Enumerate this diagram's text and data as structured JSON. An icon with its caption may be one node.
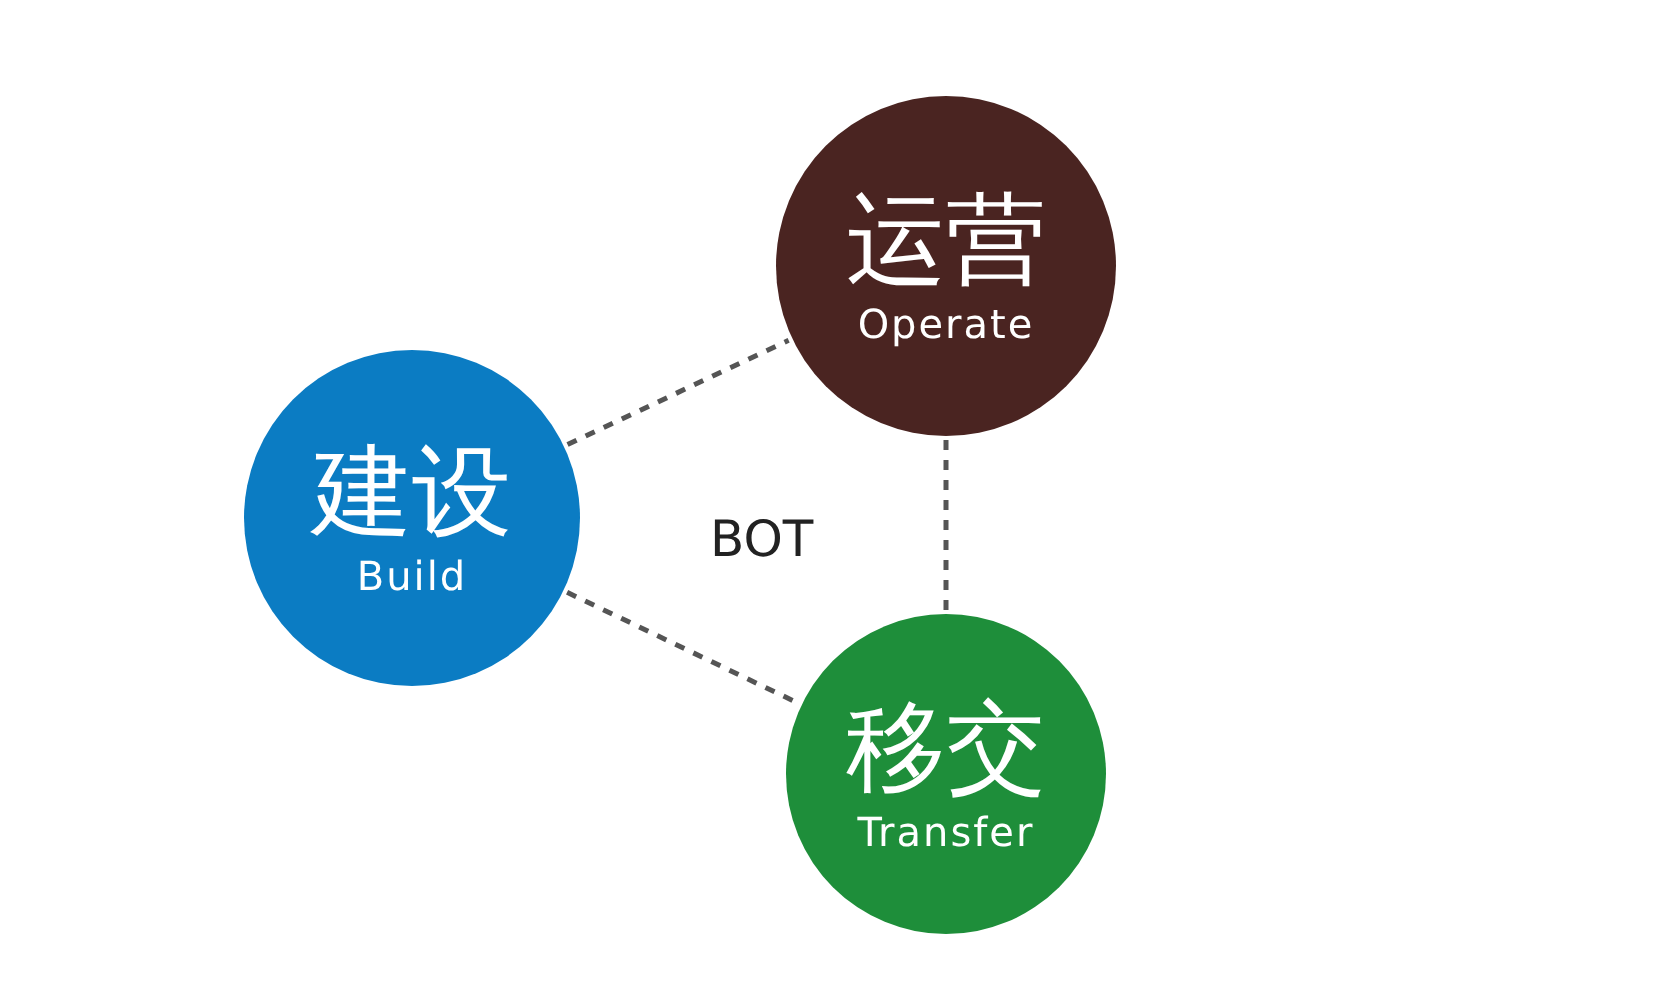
{
  "diagram": {
    "nodes": [
      {
        "text": [
          "建设",
          "Build"
        ]
      },
      {
        "text": [
          "运营",
          "Operate"
        ]
      },
      {
        "text": [
          "移交",
          "Transfer"
        ]
      }
    ],
    "edges": [
      {
        "from": 0,
        "to": 1,
        "arrow": "none",
        "style": "dashed"
      },
      {
        "from": 0,
        "to": 2,
        "arrow": "none",
        "style": "dashed"
      },
      {
        "from": 1,
        "to": 2,
        "arrow": "none",
        "style": "dashed"
      }
    ],
    "labels": [
      "BOT"
    ]
  }
}
